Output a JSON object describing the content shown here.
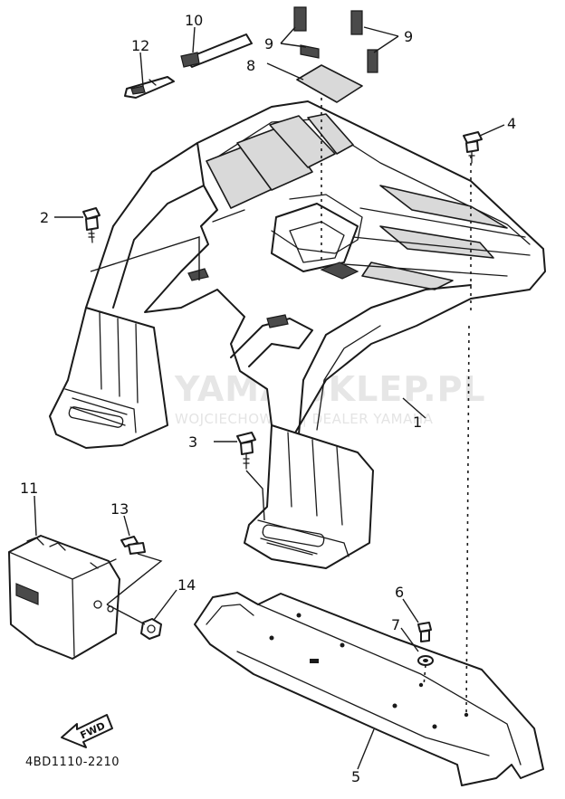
{
  "diagram": {
    "code": "4BD1110-2210",
    "direction_label": "FWD",
    "watermark": {
      "site": "YAMA-SKLEP.PL",
      "dealer": "WOJCIECHOWICZ | DEALER YAMAHA",
      "colors": {
        "logo": "#f6d2d2",
        "text": "#e6e6e6"
      }
    },
    "callouts": {
      "p1": "1",
      "p2": "2",
      "p3": "3",
      "p4": "4",
      "p5": "5",
      "p6": "6",
      "p7": "7",
      "p8": "8",
      "p9a": "9",
      "p9b": "9",
      "p10": "10",
      "p11": "11",
      "p12": "12",
      "p13": "13",
      "p14": "14"
    }
  }
}
